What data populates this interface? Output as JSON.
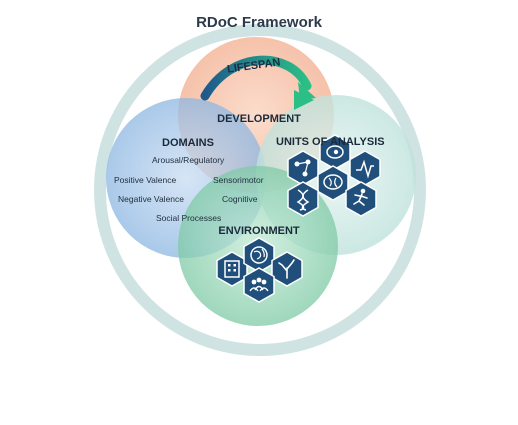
{
  "title": "RDoC Framework",
  "development": {
    "arrow_label": "LIFESPAN",
    "label": "DEVELOPMENT"
  },
  "domains": {
    "label": "DOMAINS",
    "items": [
      "Arousal/Regulatory",
      "Positive Valence",
      "Sensorimotor",
      "Negative Valence",
      "Cognitive",
      "Social Processes"
    ]
  },
  "units": {
    "label": "UNITS OF ANALYSIS",
    "icons": [
      "molecule-icon",
      "cell-icon",
      "brain-icon",
      "physiology-icon",
      "dna-icon",
      "behavior-icon"
    ]
  },
  "environment": {
    "label": "ENVIRONMENT",
    "icons": [
      "building-icon",
      "globe-icon",
      "tree-icon",
      "community-icon"
    ]
  },
  "colors": {
    "ring": "#cfe3e3",
    "development": "#f6b89a",
    "domains": "#9fc3e7",
    "units": "#c9e7e2",
    "environment": "#8fd3b2",
    "hex_icon": "#1f4f7a",
    "arrow": "#2bbf86",
    "arrow_dark": "#1f5a8c"
  }
}
